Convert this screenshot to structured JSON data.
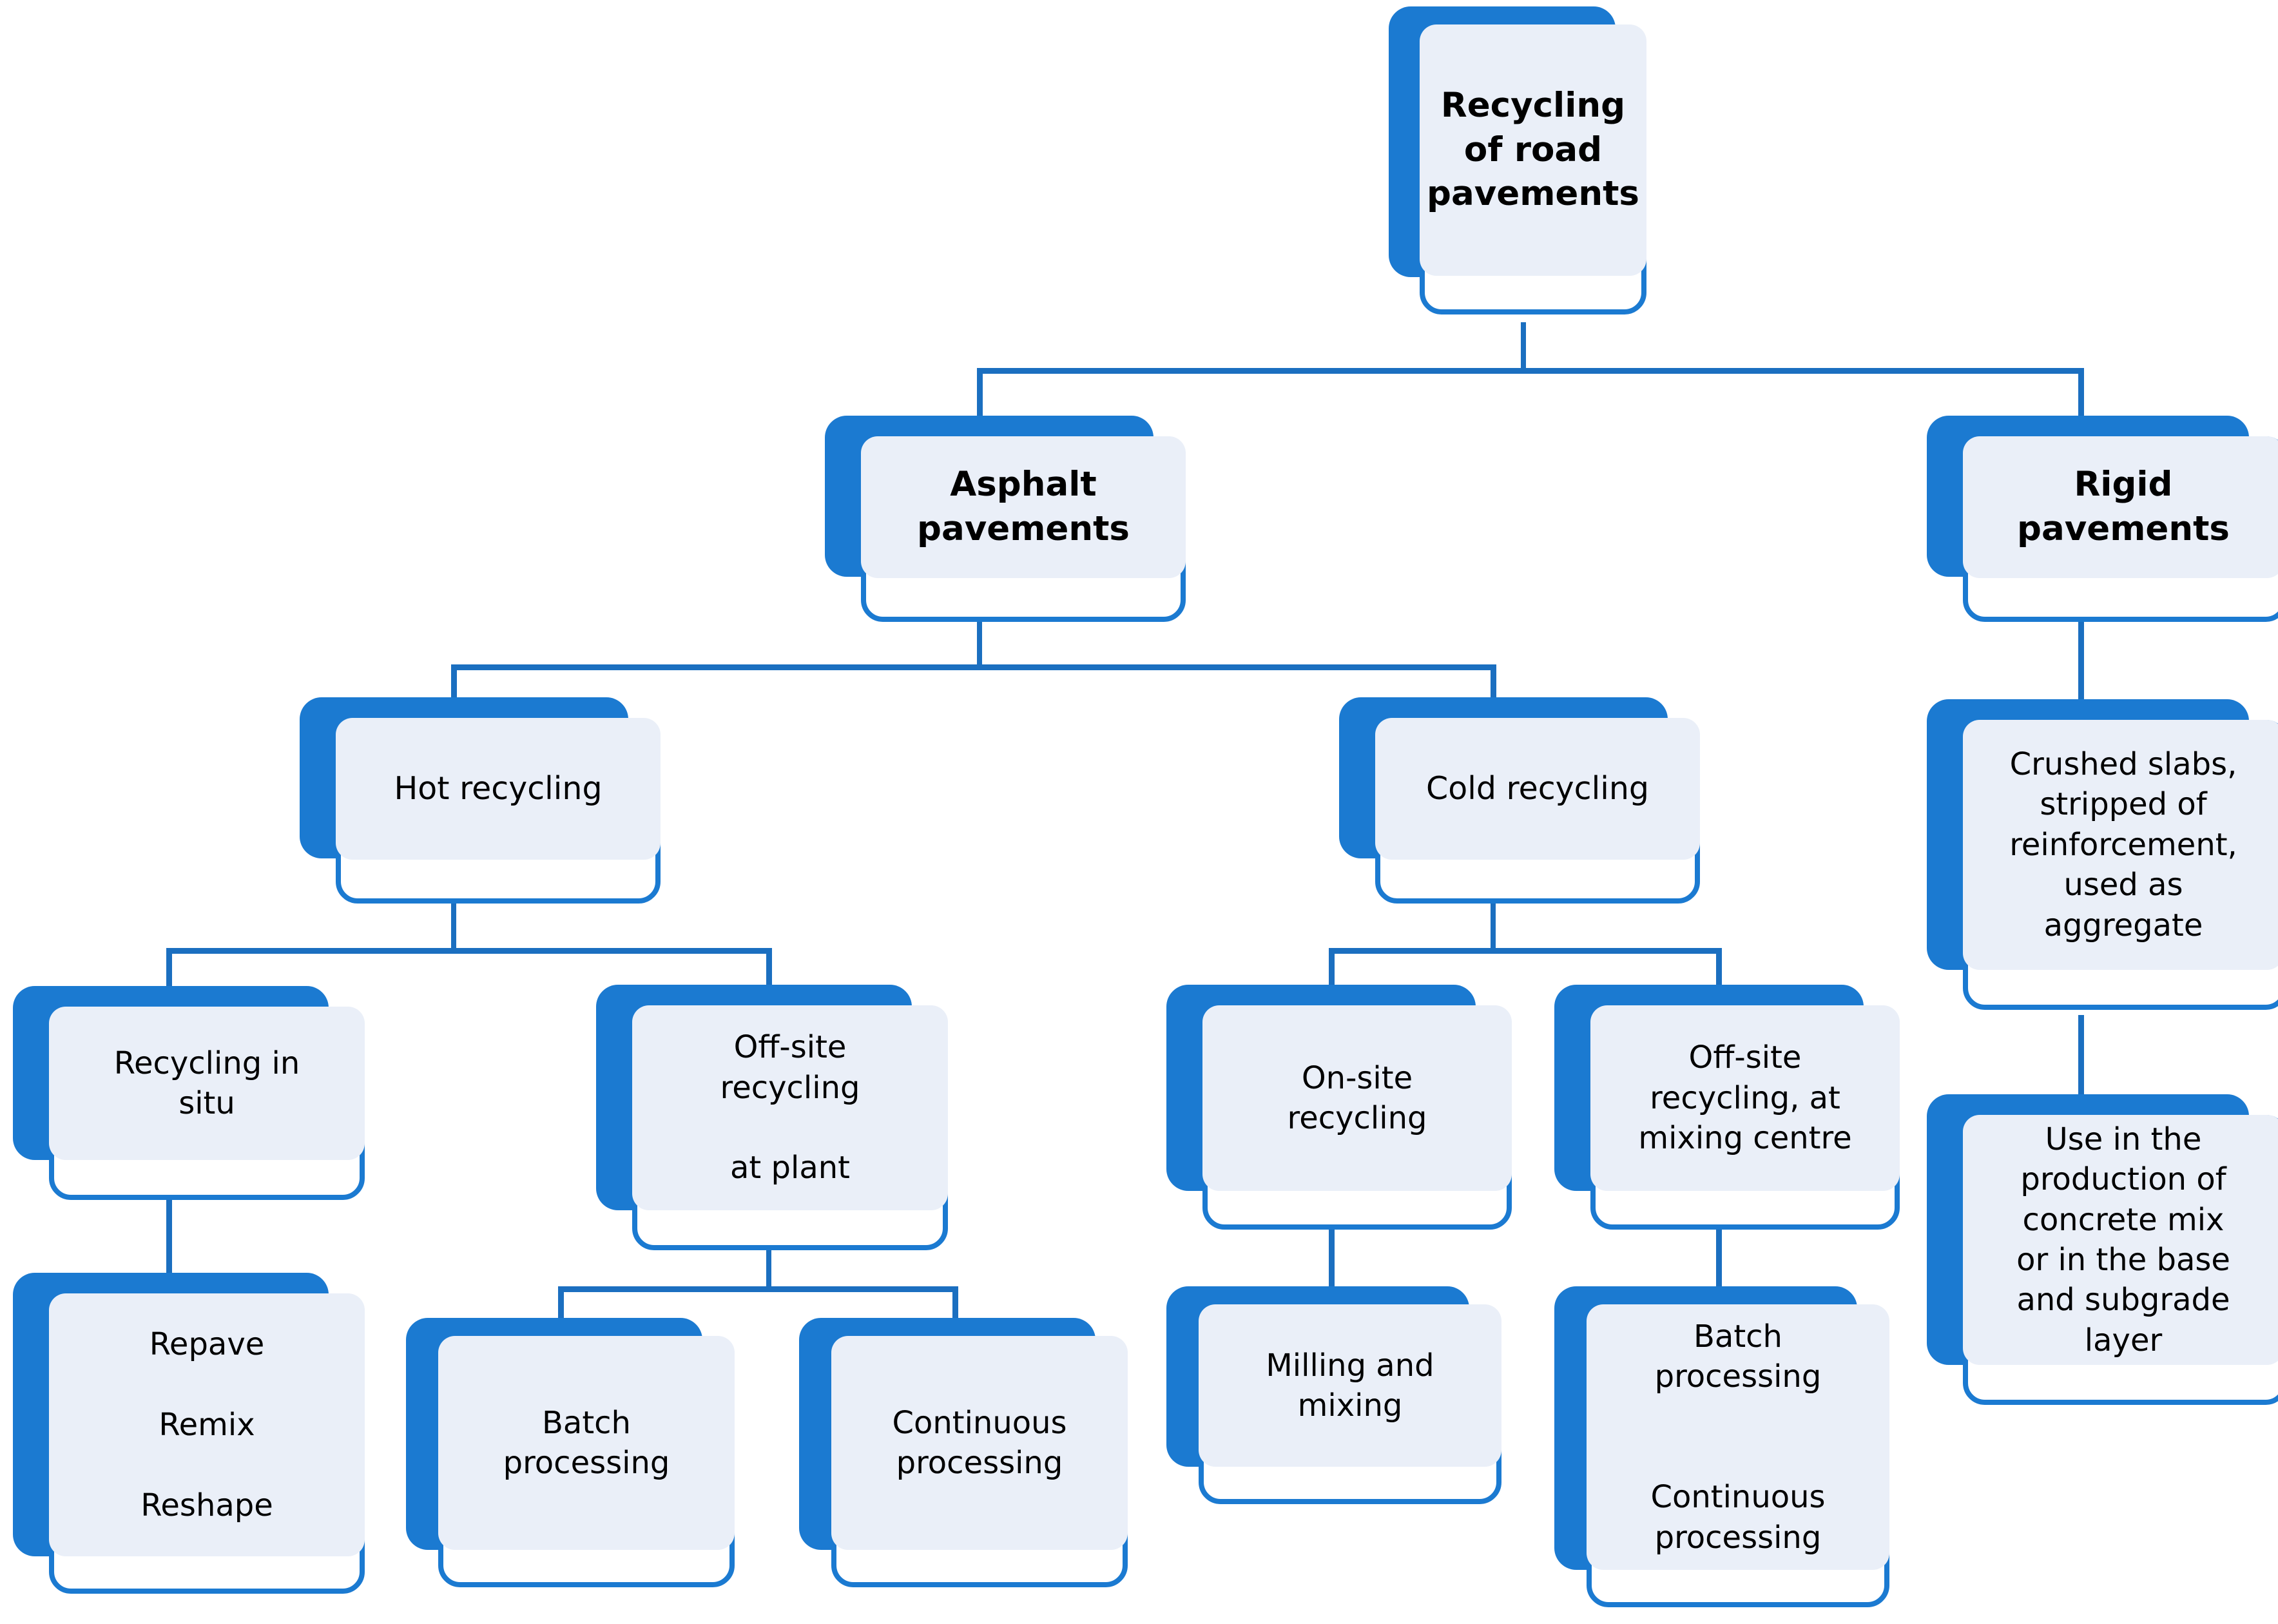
{
  "diagram": {
    "title": "Recycling of road pavements",
    "type": "tree-hierarchy",
    "accent_color": "#1b7ad1",
    "node_fill_color": "#eaeff8",
    "node_border_color": "#1b7ad1",
    "background_color": "#ffffff",
    "text_color": "#000000"
  },
  "nodes": {
    "root": "Recycling of road\npavements",
    "asphalt": "Asphalt\npavements",
    "rigid": "Rigid\npavements",
    "hot_recycling": "Hot recycling",
    "cold_recycling": "Cold recycling",
    "crushed_slabs": "Crushed slabs,\nstripped of\nreinforcement,\nused as\naggregate",
    "recycling_in_situ": "Recycling in\nsitu",
    "offsite_at_plant": "Off-site\nrecycling\n\nat plant",
    "onsite_recycling": "On-site\nrecycling",
    "offsite_mixing_centre": "Off-site\nrecycling, at\nmixing centre",
    "use_in_production": "Use in the\nproduction of\nconcrete mix\nor in the base\nand subgrade\nlayer",
    "repave_remix_reshape": "Repave\n\nRemix\n\nReshape",
    "batch_processing_hot": "Batch\nprocessing",
    "continuous_processing_hot": "Continuous\nprocessing",
    "milling_and_mixing": "Milling and\nmixing",
    "batch_continuous_cold": "Batch\nprocessing\n\n\nContinuous\nprocessing"
  },
  "edges": [
    {
      "from": "root",
      "to": "asphalt"
    },
    {
      "from": "root",
      "to": "rigid"
    },
    {
      "from": "asphalt",
      "to": "hot_recycling"
    },
    {
      "from": "asphalt",
      "to": "cold_recycling"
    },
    {
      "from": "rigid",
      "to": "crushed_slabs"
    },
    {
      "from": "crushed_slabs",
      "to": "use_in_production"
    },
    {
      "from": "hot_recycling",
      "to": "recycling_in_situ"
    },
    {
      "from": "hot_recycling",
      "to": "offsite_at_plant"
    },
    {
      "from": "recycling_in_situ",
      "to": "repave_remix_reshape"
    },
    {
      "from": "offsite_at_plant",
      "to": "batch_processing_hot"
    },
    {
      "from": "offsite_at_plant",
      "to": "continuous_processing_hot"
    },
    {
      "from": "cold_recycling",
      "to": "onsite_recycling"
    },
    {
      "from": "cold_recycling",
      "to": "offsite_mixing_centre"
    },
    {
      "from": "onsite_recycling",
      "to": "milling_and_mixing"
    },
    {
      "from": "offsite_mixing_centre",
      "to": "batch_continuous_cold"
    }
  ]
}
